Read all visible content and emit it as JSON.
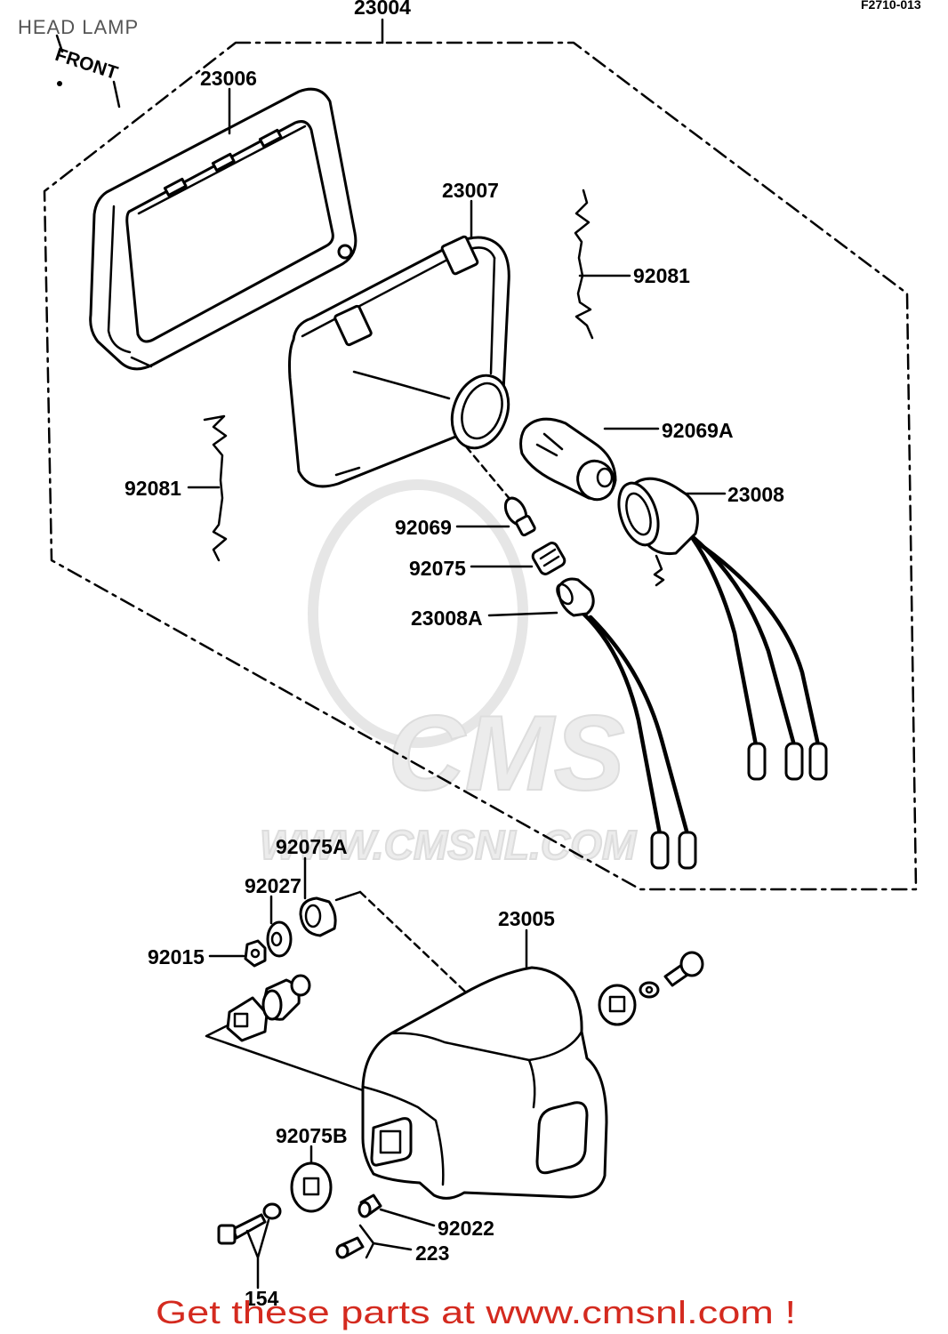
{
  "title": "HEAD LAMP",
  "diagram_code": "F2710-013",
  "front_tag": "FRONT",
  "callouts": [
    {
      "label": "23004"
    },
    {
      "label": "23006"
    },
    {
      "label": "23007"
    },
    {
      "label": "92081"
    },
    {
      "label": "92069A"
    },
    {
      "label": "23008"
    },
    {
      "label": "92081"
    },
    {
      "label": "92069"
    },
    {
      "label": "92075"
    },
    {
      "label": "23008A"
    },
    {
      "label": "92075A"
    },
    {
      "label": "92027"
    },
    {
      "label": "92015"
    },
    {
      "label": "23005"
    },
    {
      "label": "92075B"
    },
    {
      "label": "92022"
    },
    {
      "label": "223"
    },
    {
      "label": "154"
    }
  ],
  "watermark": {
    "logo_text": "CMS",
    "url_text": "WWW.CMSNL.COM"
  },
  "footer": {
    "text": "Get these parts at www.cmsnl.com !"
  },
  "colors": {
    "line": "#000000",
    "title": "#555555",
    "footer": "#d42a1f",
    "watermark": "#ececec",
    "background": "#ffffff"
  }
}
